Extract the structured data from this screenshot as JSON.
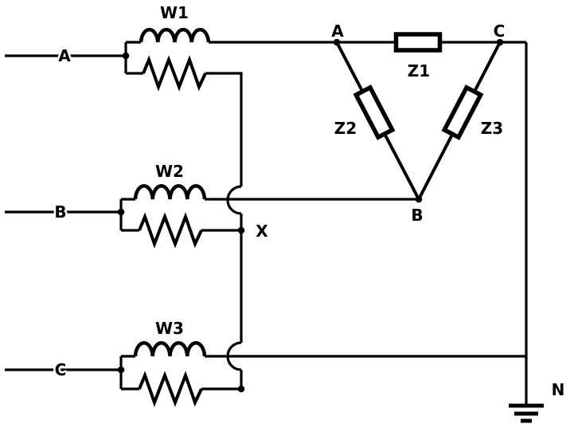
{
  "colors": {
    "ink": "#000000",
    "paper": "#ffffff"
  },
  "supply": {
    "phase_a": "A",
    "phase_b": "B",
    "phase_c": "C"
  },
  "wattmeters": {
    "w1": {
      "label": "W1"
    },
    "w2": {
      "label": "W2"
    },
    "w3": {
      "label": "W3"
    }
  },
  "delta_load": {
    "vertex_a": "A",
    "vertex_b": "B",
    "vertex_c": "C",
    "z1": {
      "label": "Z1"
    },
    "z2": {
      "label": "Z2"
    },
    "z3": {
      "label": "Z3"
    }
  },
  "nodes": {
    "common_point": "X",
    "neutral": "N"
  }
}
